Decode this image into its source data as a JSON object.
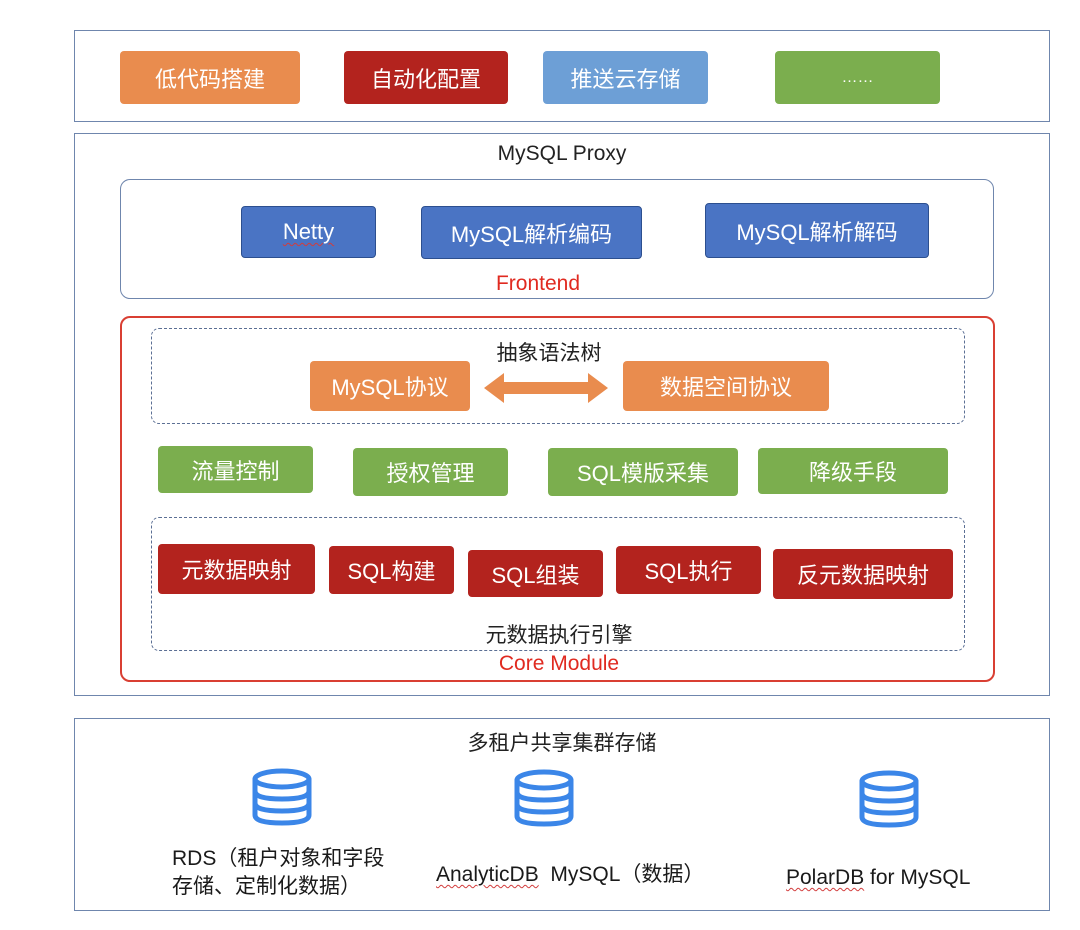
{
  "top_row": {
    "items": [
      "低代码搭建",
      "自动化配置",
      "推送云存储",
      "……"
    ]
  },
  "proxy": {
    "title": "MySQL Proxy",
    "frontend": {
      "label": "Frontend",
      "items": [
        "Netty",
        "MySQL解析编码",
        "MySQL解析解码"
      ]
    },
    "core": {
      "label": "Core Module",
      "ast": {
        "title": "抽象语法树",
        "left": "MySQL协议",
        "right": "数据空间协议"
      },
      "controls": [
        "流量控制",
        "授权管理",
        "SQL模版采集",
        "降级手段"
      ],
      "engine": {
        "title": "元数据执行引擎",
        "items": [
          "元数据映射",
          "SQL构建",
          "SQL组装",
          "SQL执行",
          "反元数据映射"
        ]
      }
    }
  },
  "storage": {
    "title": "多租户共享集群存储",
    "items": [
      {
        "line1": "RDS（租户对象和字段",
        "line2": "存储、定制化数据）",
        "icon": "database-icon"
      },
      {
        "line1_a": "AnalyticDB",
        "line1_b": "  MySQL（数据）",
        "icon": "database-icon"
      },
      {
        "line1_a": "PolarDB",
        "line1_b": " for MySQL",
        "icon": "database-icon"
      }
    ]
  },
  "colors": {
    "orange": "#e98c4e",
    "dark_red": "#b3231e",
    "light_blue": "#6d9fd6",
    "green": "#7bae4e",
    "blue": "#4a74c4",
    "red_label": "#e02a20",
    "db_icon": "#3b86e8"
  }
}
